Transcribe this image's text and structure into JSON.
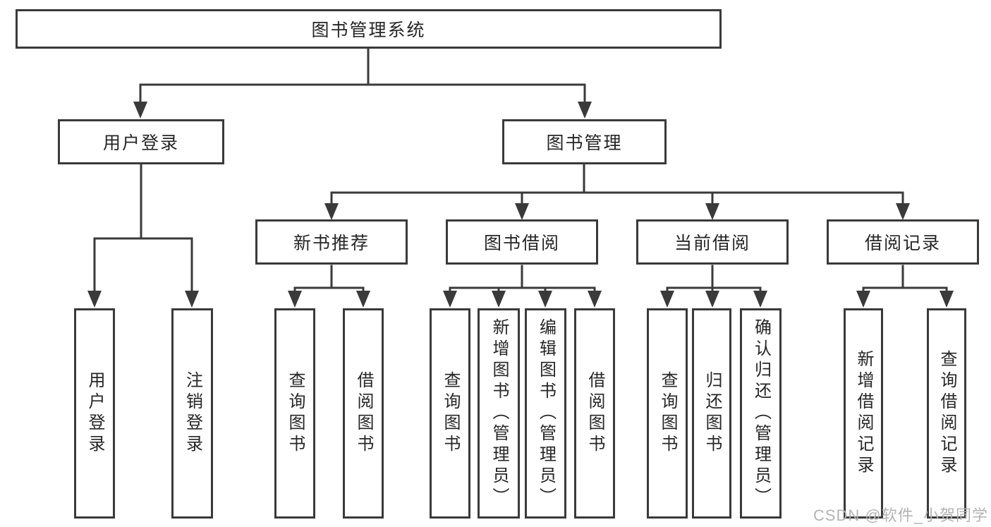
{
  "diagram": {
    "root": {
      "label": "图书管理系统"
    },
    "branches": [
      {
        "label": "用户登录",
        "children": [
          {
            "label": "用户登录"
          },
          {
            "label": "注销登录"
          }
        ]
      },
      {
        "label": "图书管理",
        "children": [
          {
            "label": "新书推荐",
            "children": [
              {
                "label": "查询图书"
              },
              {
                "label": "借阅图书"
              }
            ]
          },
          {
            "label": "图书借阅",
            "children": [
              {
                "label": "查询图书"
              },
              {
                "label": "新增图书（管理员）"
              },
              {
                "label": "编辑图书（管理员）"
              },
              {
                "label": "借阅图书"
              }
            ]
          },
          {
            "label": "当前借阅",
            "children": [
              {
                "label": "查询图书"
              },
              {
                "label": "归还图书"
              },
              {
                "label": "确认归还（管理员）"
              }
            ]
          },
          {
            "label": "借阅记录",
            "children": [
              {
                "label": "新增借阅记录"
              },
              {
                "label": "查询借阅记录"
              }
            ]
          }
        ]
      }
    ]
  },
  "watermark": {
    "text": "CSDN @软件_小贺同学"
  },
  "colors": {
    "line": "#3a3a3a",
    "text": "#262626",
    "watermark": "#b3b3b3",
    "background": "#ffffff"
  }
}
